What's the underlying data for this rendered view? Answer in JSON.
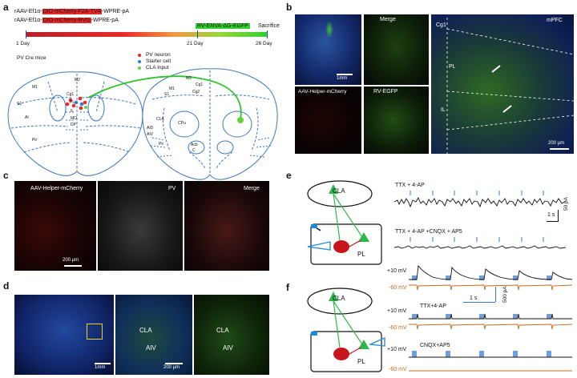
{
  "panels": {
    "a": {
      "label": "a",
      "virus_line1_pre": "rAAV-Ef1α-",
      "virus_line1_hl": "DIO-mCherry-F2A-TVA",
      "virus_line1_post": "-WPRE-pA",
      "virus_line2_pre": "rAAV-Ef1α-",
      "virus_line2_hl": "DIO-mCherry-RVG",
      "virus_line2_post": "-WPRE-pA",
      "rv_label": "RV-ENVA-ΔG-EGFP",
      "sacrifice": "Sacrifice",
      "timeline": [
        "1 Day",
        "21 Day",
        "26 Day"
      ],
      "mouse": "PV Cre mice",
      "legend": [
        {
          "label": "PV neuron",
          "color": "#e8292a"
        },
        {
          "label": "Starter cell",
          "color": "#3b79c8"
        },
        {
          "label": "CLA Input",
          "color": "#6bd04a"
        }
      ],
      "left_regions": [
        "M1",
        "M2",
        "Cg1",
        "S1",
        "PL",
        "AI",
        "IL",
        "MO",
        "DP",
        "Pir"
      ],
      "right_regions": [
        "M2",
        "Cg1",
        "M1",
        "Cg2",
        "S1",
        "CPu",
        "CLA",
        "AID",
        "AIV",
        "Pir",
        "Acb",
        "C"
      ]
    },
    "b": {
      "label": "b",
      "merge": "Merge",
      "helper": "AAV-Helper-mCherry",
      "rv": "RV-EGFP",
      "mpfc": "mPFC",
      "regions": [
        "Cg1",
        "PL",
        "IL"
      ],
      "scale_small": "1mm",
      "scale_large": "200 μm"
    },
    "c": {
      "label": "c",
      "helper": "AAV-Helper-mCherry",
      "pv": "PV",
      "merge": "Merge",
      "scale": "200 μm"
    },
    "d": {
      "label": "d",
      "regions": [
        "CLA",
        "AIV"
      ],
      "scale_small": "1mm",
      "scale_large": "200 μm"
    },
    "e": {
      "label": "e",
      "cla": "CLA",
      "pl": "PL",
      "trace1": "TTX + 4-AP",
      "trace2": "TTX + 4-AP +CNQX + AP5",
      "scale_time": "1 s",
      "scale_amp": "50 pA"
    },
    "f": {
      "label": "f",
      "cla": "CLA",
      "pl": "PL",
      "v_pos": "+10 mV",
      "v_neg": "-60 mV",
      "cond2": "TTX+4-AP",
      "cond3": "CNQX+AP5",
      "scale_time": "1 s",
      "scale_amp": "500 pA"
    }
  },
  "colors": {
    "red": "#e8292a",
    "green": "#33d12e",
    "blue_light": "#3a9ad9",
    "orange": "#c8691c",
    "section_line": "#3a77c0"
  }
}
